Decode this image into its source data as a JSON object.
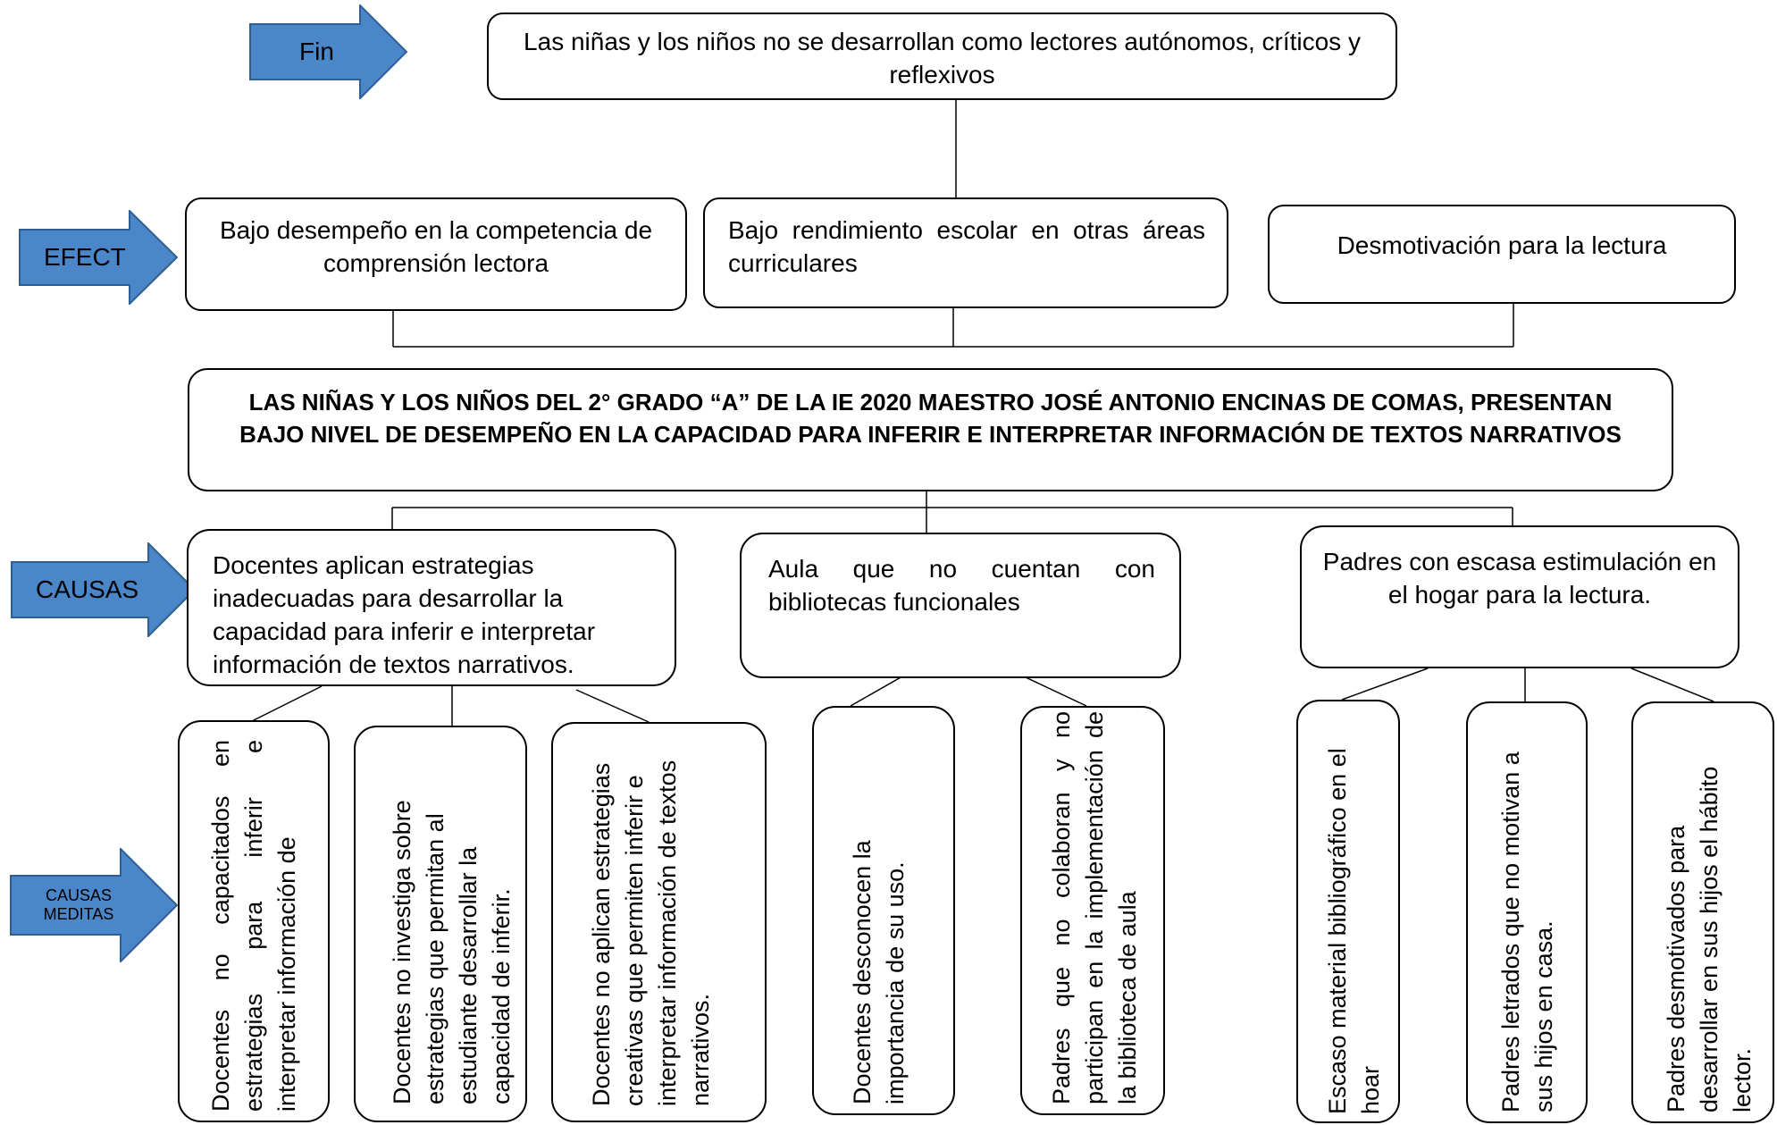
{
  "labels": {
    "fin": "Fin",
    "efect": "EFECT",
    "causas": "CAUSAS",
    "causas_meditas": "CAUSAS MEDITAS"
  },
  "fin_box": "Las niñas y los niños no se desarrollan como lectores autónomos, críticos y reflexivos",
  "effects": [
    "Bajo desempeño en la competencia de comprensión lectora",
    "Bajo rendimiento escolar en otras áreas curriculares",
    "Desmotivación para la lectura"
  ],
  "problem": "LAS NIÑAS Y LOS NIÑOS DEL 2° GRADO “A” DE LA IE 2020 MAESTRO JOSÉ ANTONIO ENCINAS DE COMAS, PRESENTAN BAJO NIVEL DE DESEMPEÑO EN LA CAPACIDAD PARA INFERIR E INTERPRETAR INFORMACIÓN DE TEXTOS NARRATIVOS",
  "causes": [
    "Docentes aplican estrategias inadecuadas para desarrollar la capacidad para inferir e interpretar información de textos narrativos.",
    "Aula que no cuentan con bibliotecas funcionales",
    "Padres con escasa estimulación en el hogar para la lectura."
  ],
  "sub_causes": [
    "Docentes no capacitados en estrategias para inferir e interpretar información de",
    "Docentes no investiga sobre estrategias que permitan al estudiante desarrollar la capacidad de inferir.",
    "Docentes no aplican estrategias creativas que permiten inferir e interpretar información de textos narrativos.",
    "Docentes desconocen la importancia de su uso.",
    "Padres que no colaboran y no participan en la implementación de la biblioteca de aula",
    "Escaso material bibliográfico en el hoar",
    "Padres letrados que no motivan a sus hijos en casa.",
    "Padres desmotivados para desarrollar en sus hijos el hábito lector."
  ],
  "colors": {
    "arrow_fill": "#4a86c8",
    "arrow_stroke": "#2e5f94",
    "line": "#000000"
  }
}
